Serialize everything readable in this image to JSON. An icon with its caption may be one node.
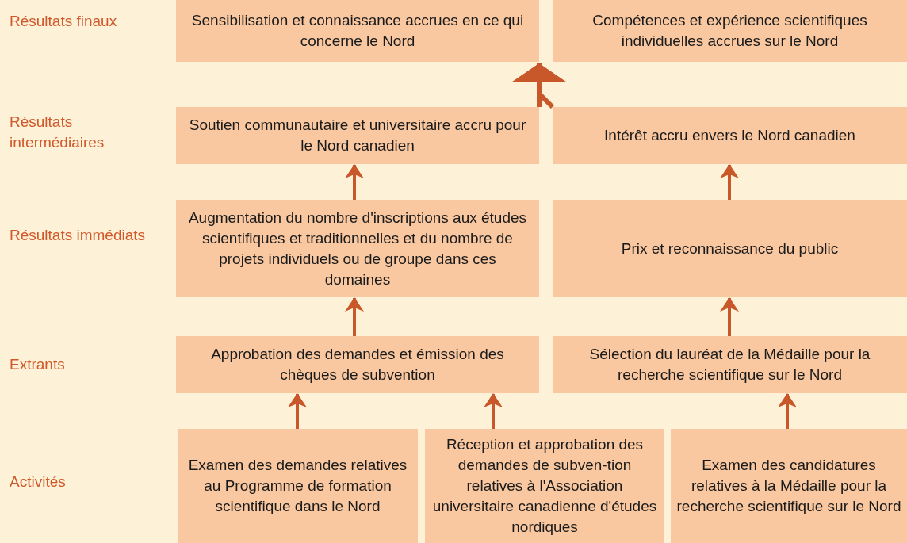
{
  "diagram": {
    "nodes": [
      {
        "text": [
          "Sensibilisation et connaissance accrues en ce qui concerne le Nord"
        ]
      },
      {
        "text": [
          "Compétences et expérience scientifiques individuelles accrues sur le Nord"
        ]
      },
      {
        "text": [
          "Soutien communautaire et universitaire accru pour le Nord canadien"
        ]
      },
      {
        "text": [
          "Intérêt accru envers le Nord canadien"
        ]
      },
      {
        "text": [
          "Augmentation du nombre d'inscriptions aux études scientifiques et traditionnelles et du nombre de projets individuels ou de groupe dans ces domaines"
        ]
      },
      {
        "text": [
          "Prix et reconnaissance du public"
        ]
      },
      {
        "text": [
          "Approbation des demandes et émission des chèques de subvention"
        ]
      },
      {
        "text": [
          "Sélection du lauréat de la Médaille pour la recherche scientifique sur le Nord"
        ]
      },
      {
        "text": [
          "Examen des demandes relatives au Programme de formation scientifique dans le Nord"
        ]
      },
      {
        "text": [
          "Réception et approbation des demandes de subven-tion relatives à l'Association universitaire canadienne d'études nordiques"
        ]
      },
      {
        "text": [
          "Examen des candidatures relatives à la Médaille pour la recherche scientifique sur le Nord"
        ]
      }
    ],
    "edges": [
      {
        "from": 8,
        "to": 6,
        "arrow": "to"
      },
      {
        "from": 9,
        "to": 6,
        "arrow": "to"
      },
      {
        "from": 10,
        "to": 7,
        "arrow": "to"
      },
      {
        "from": 6,
        "to": 4,
        "arrow": "to"
      },
      {
        "from": 7,
        "to": 5,
        "arrow": "to"
      },
      {
        "from": 4,
        "to": 2,
        "arrow": "to"
      },
      {
        "from": 5,
        "to": 3,
        "arrow": "to"
      },
      {
        "from": 2,
        "to": 0,
        "arrow": "to"
      },
      {
        "from": 3,
        "to": 1,
        "arrow": "to"
      }
    ],
    "labels": [
      "Résultats finaux",
      "Résultats intermédiaires",
      "Résultats immédiats",
      "Extrants",
      "Activités"
    ]
  }
}
